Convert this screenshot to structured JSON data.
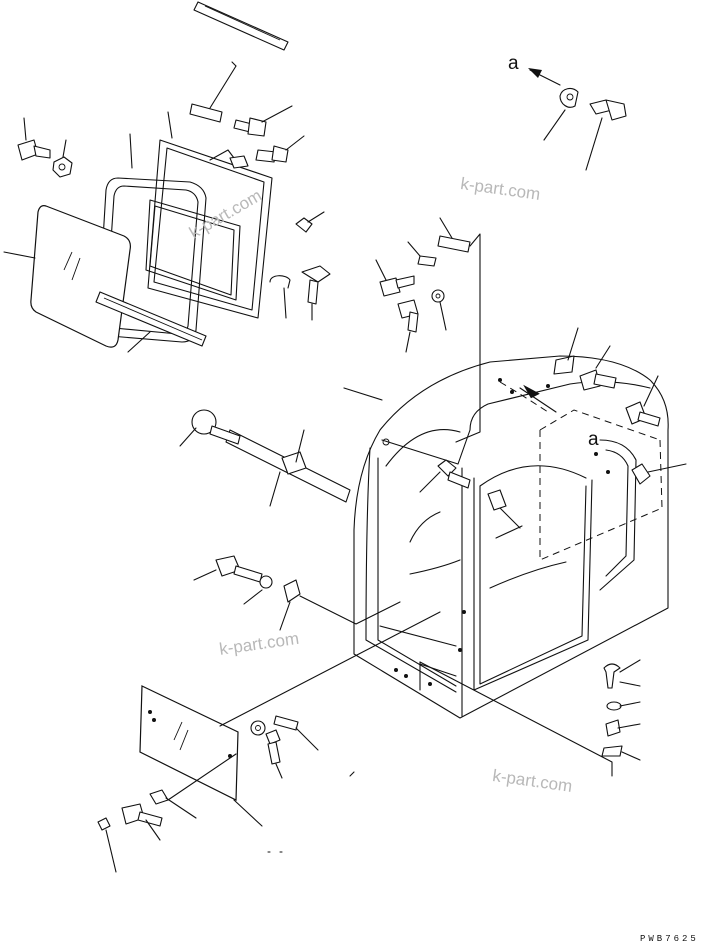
{
  "view_labels": {
    "arrow_view": "a",
    "section_view": "a"
  },
  "watermarks": [
    "k-part.com",
    "k-part.com",
    "k-part.com",
    "k-part.com"
  ],
  "drawing_id": "PWB7625",
  "colors": {
    "ink": "#111111",
    "background": "#ffffff",
    "watermark": "#b8b8b8"
  }
}
